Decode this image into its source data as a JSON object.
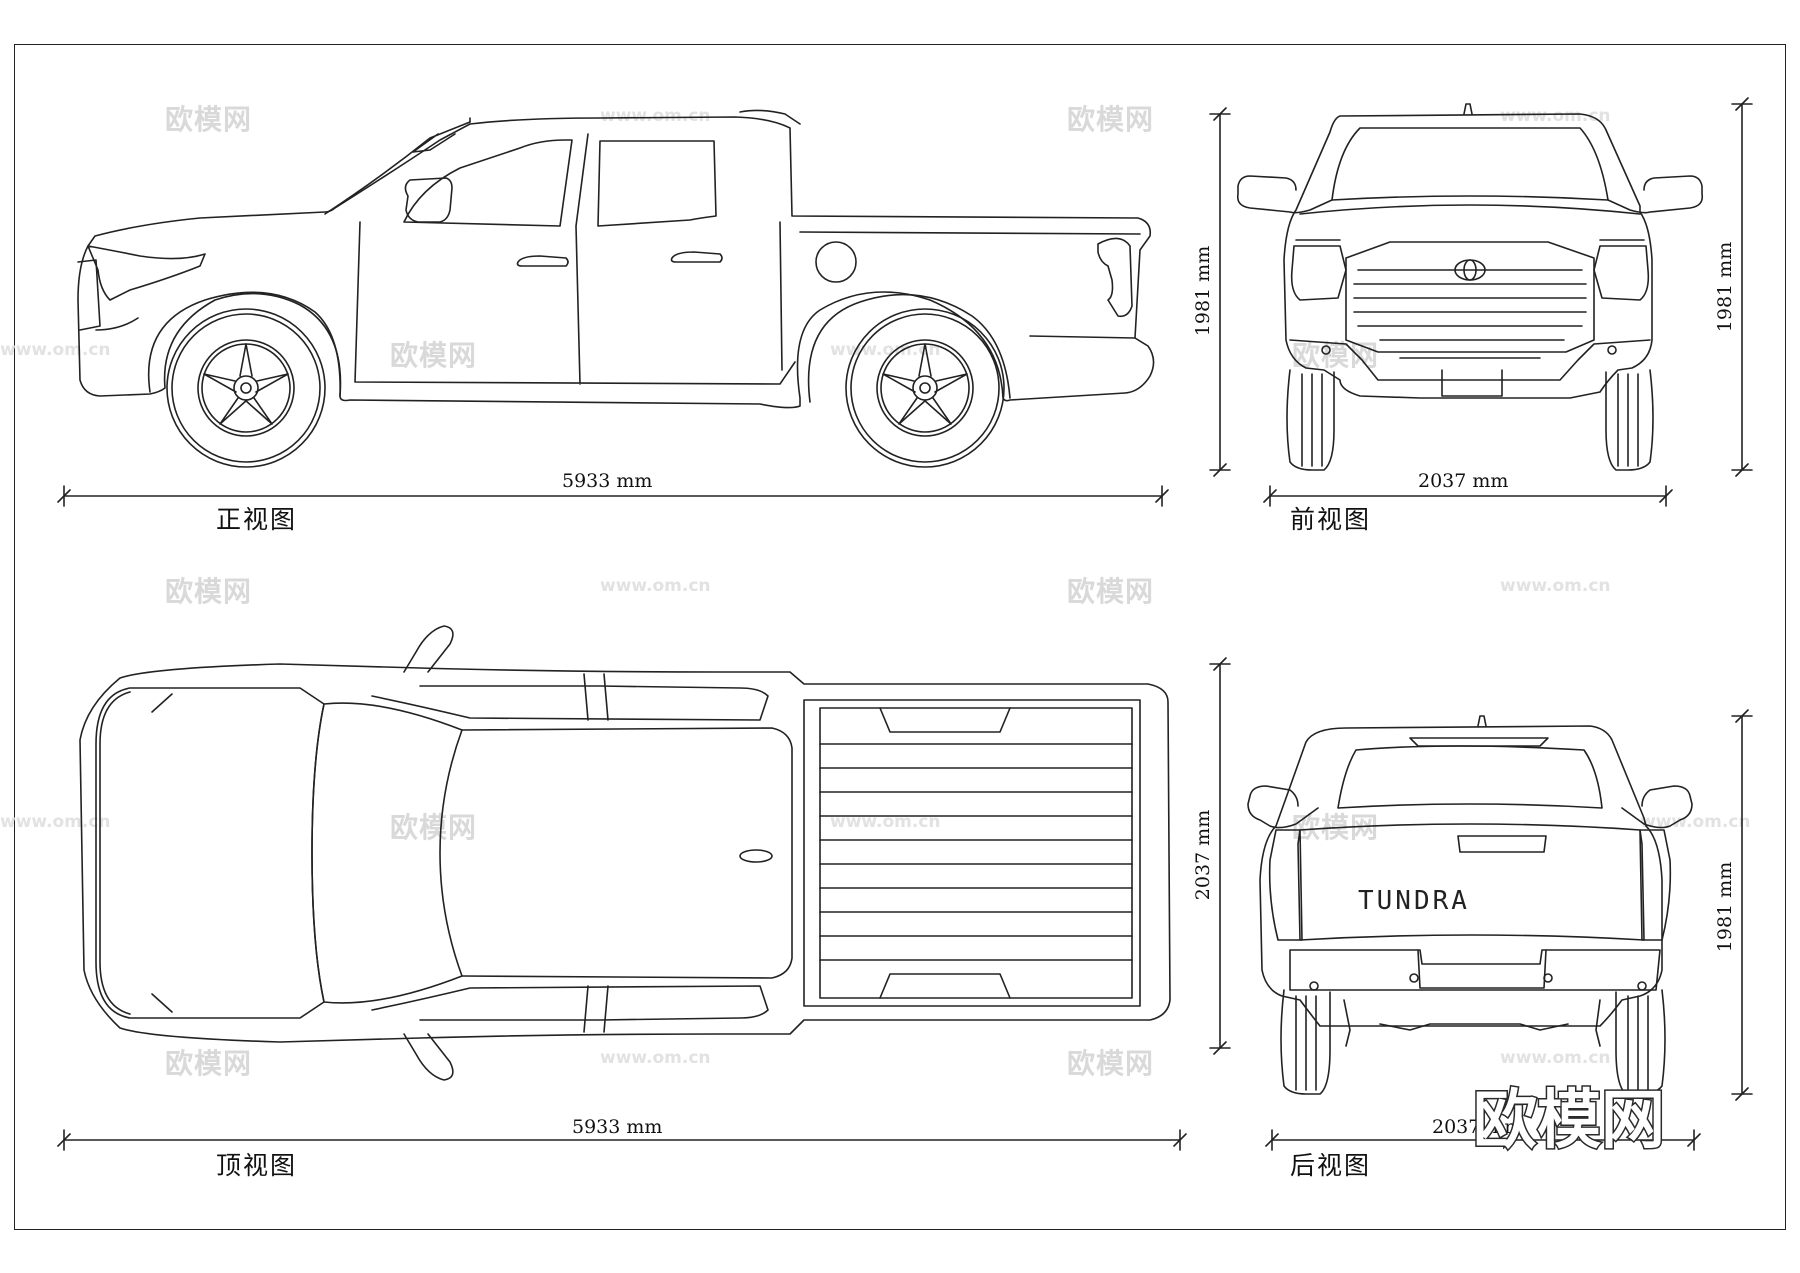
{
  "views": {
    "side": {
      "label": "正视图",
      "length": "5933 mm"
    },
    "front": {
      "label": "前视图",
      "width": "2037 mm",
      "height_left": "1981 mm",
      "height_right": "1981 mm"
    },
    "top": {
      "label": "顶视图",
      "length": "5933 mm",
      "width": "2037 mm"
    },
    "rear": {
      "label": "后视图",
      "width": "2037 mm",
      "height": "1981 mm",
      "badge": "TUNDRA"
    }
  },
  "watermark": {
    "brand": "欧模网",
    "url": "www.om.cn"
  },
  "logo": {
    "text": "欧模网"
  },
  "colors": {
    "line": "#222222",
    "watermark": "#d9d9d9"
  }
}
